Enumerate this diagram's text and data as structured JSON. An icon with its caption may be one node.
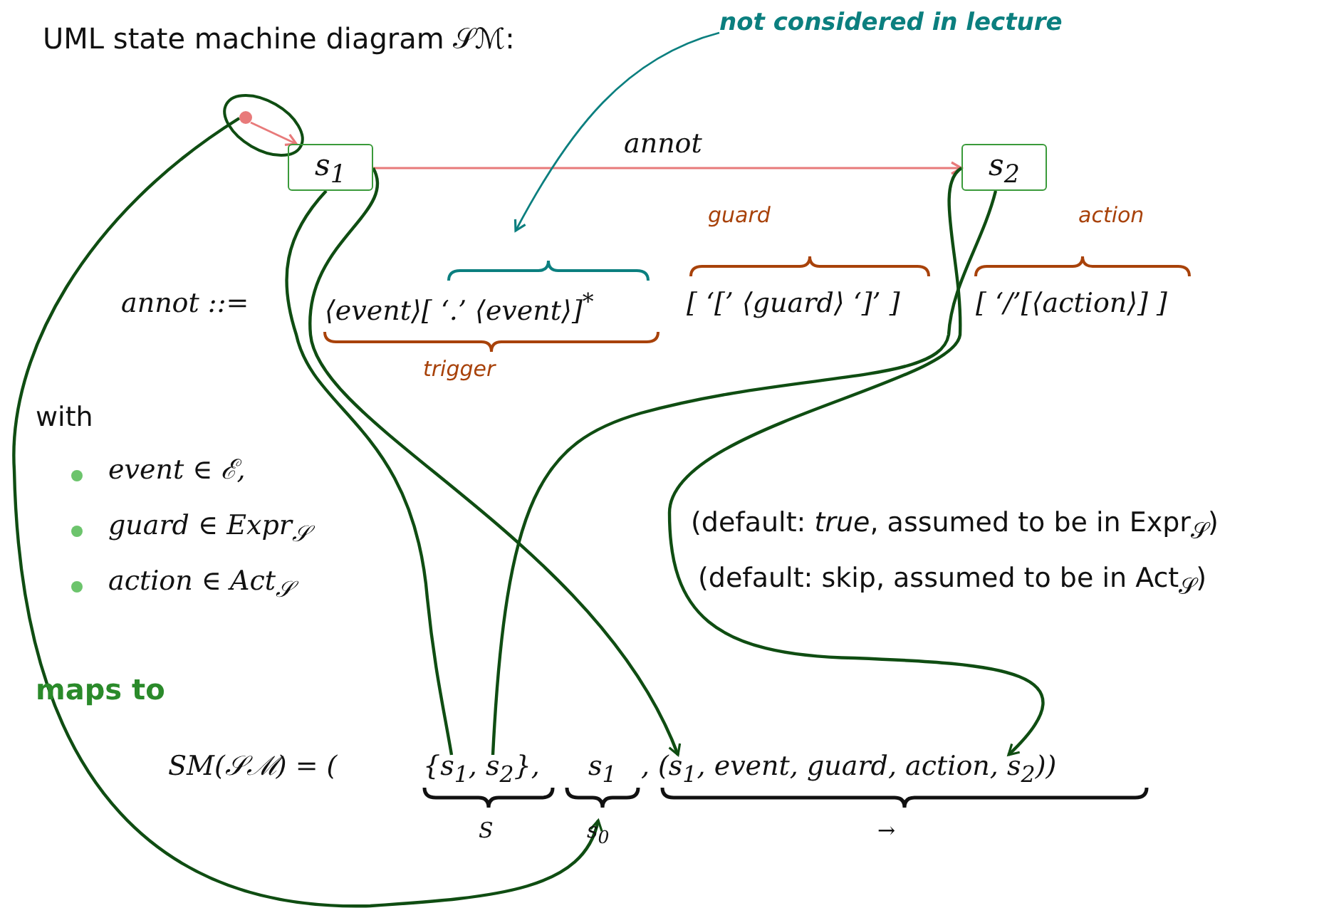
{
  "diagram": {
    "title": "UML state machine diagram 𝒮ℳ:",
    "nodes": [
      {
        "text": [],
        "shape": "circle"
      },
      {
        "text": [
          "s$_{1}$"
        ]
      },
      {
        "text": [
          "s$_{2}$"
        ]
      },
      {
        "text": [
          "not considered in lecture"
        ]
      },
      {
        "text": [
          "{s$_{1}$, s$_{2}$},"
        ]
      },
      {
        "text": [
          "(s$_{1}$, event, guard, action, s$_{2}$))"
        ]
      },
      {
        "text": [
          "s$_{0}$"
        ]
      }
    ],
    "edges": [
      {
        "from": 0,
        "to": 1,
        "arrow": "to",
        "color": "#e87a7a"
      },
      {
        "from": 1,
        "to": 2,
        "arrow": "to",
        "label": "annot",
        "color": "#e87a7a"
      },
      {
        "from": 3,
        "to": null,
        "arrow": "to",
        "color": "#0b7f7f"
      },
      {
        "from": 0,
        "to": 6,
        "arrow": "to"
      },
      {
        "from": 1,
        "to": 4,
        "arrow": "none"
      },
      {
        "from": 1,
        "to": 5,
        "arrow": "to"
      },
      {
        "from": 2,
        "to": 4,
        "arrow": "none"
      },
      {
        "from": 2,
        "to": 5,
        "arrow": "to"
      }
    ],
    "labels": [
      "guard",
      "action",
      "annot ::=",
      "⟨event⟩[ ‘.’ ⟨event⟩]$^{*}$",
      "[ ‘[’ ⟨guard⟩ ‘]’ ]",
      "[ ‘/’[⟨action⟩] ]",
      "trigger",
      "with",
      "event ∈ ℰ,",
      "guard ∈ Expr$_{𝒮}$",
      "action ∈ Act$_{𝒮}$",
      "(default: *true*, assumed to be in Expr$_{𝒮}$)",
      "(default: skip, assumed to be in Act$_{𝒮}$)",
      "maps to",
      "SM(𝒮ℳ) = (",
      "s$_{1}$",
      ",",
      "S",
      "→"
    ]
  }
}
